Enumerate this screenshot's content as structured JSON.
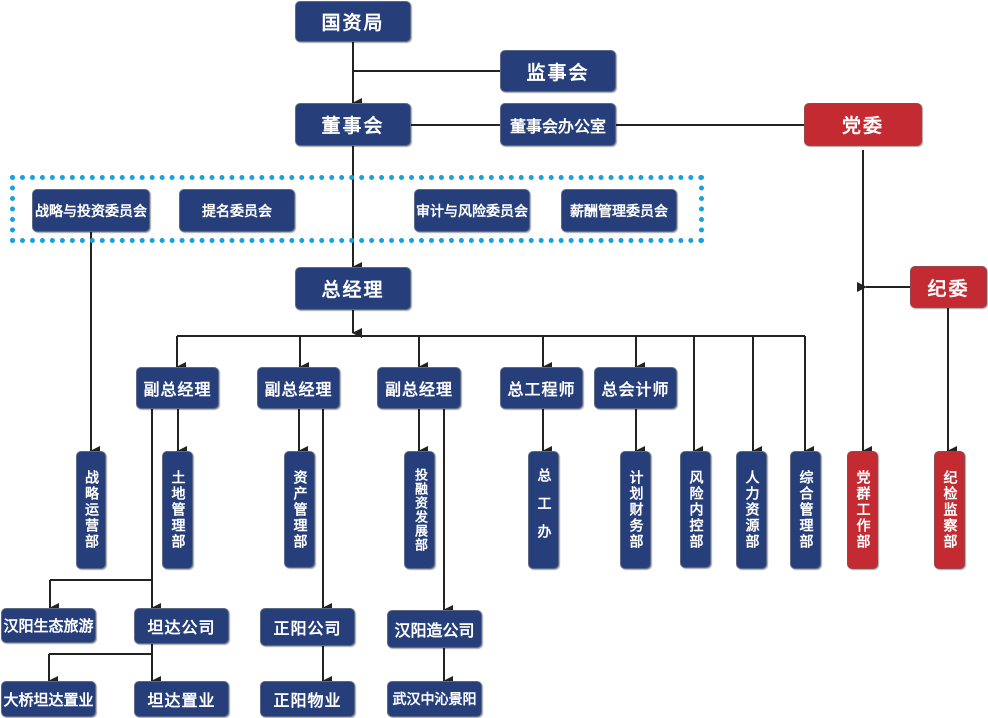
{
  "colors": {
    "node_blue": "#263f7a",
    "node_red": "#c42a32",
    "committee_border": "#1aa0df",
    "line": "#222222"
  },
  "top": {
    "sasac": "国资局",
    "supervisory_board": "监事会",
    "board": "董事会",
    "board_office": "董事会办公室",
    "party_committee": "党委",
    "discipline_committee": "纪委"
  },
  "committees": [
    "战略与投资委员会",
    "提名委员会",
    "审计与风险委员会",
    "薪酬管理委员会"
  ],
  "general_manager": "总经理",
  "executives": [
    "副总经理",
    "副总经理",
    "副总经理",
    "总工程师",
    "总会计师"
  ],
  "departments": {
    "strategy": "战略运营部",
    "land": "土地管理部",
    "assets": "资产管理部",
    "investment": "投融资发展部",
    "chief_engineer_office": "总工办",
    "finance": "计划财务部",
    "risk": "风险内控部",
    "hr": "人力资源部",
    "admin": "综合管理部",
    "party_affairs": "党群工作部",
    "discipline": "纪检监察部"
  },
  "companies": {
    "hanyang_eco": "汉阳生态旅游",
    "tanda": "坦达公司",
    "zhengyang": "正阳公司",
    "hanyang_zao": "汉阳造公司",
    "daqiao_tanda": "大桥坦达置业",
    "tanda_realty": "坦达置业",
    "zhengyang_property": "正阳物业",
    "wuhan_zhongqin": "武汉中沁景阳"
  }
}
